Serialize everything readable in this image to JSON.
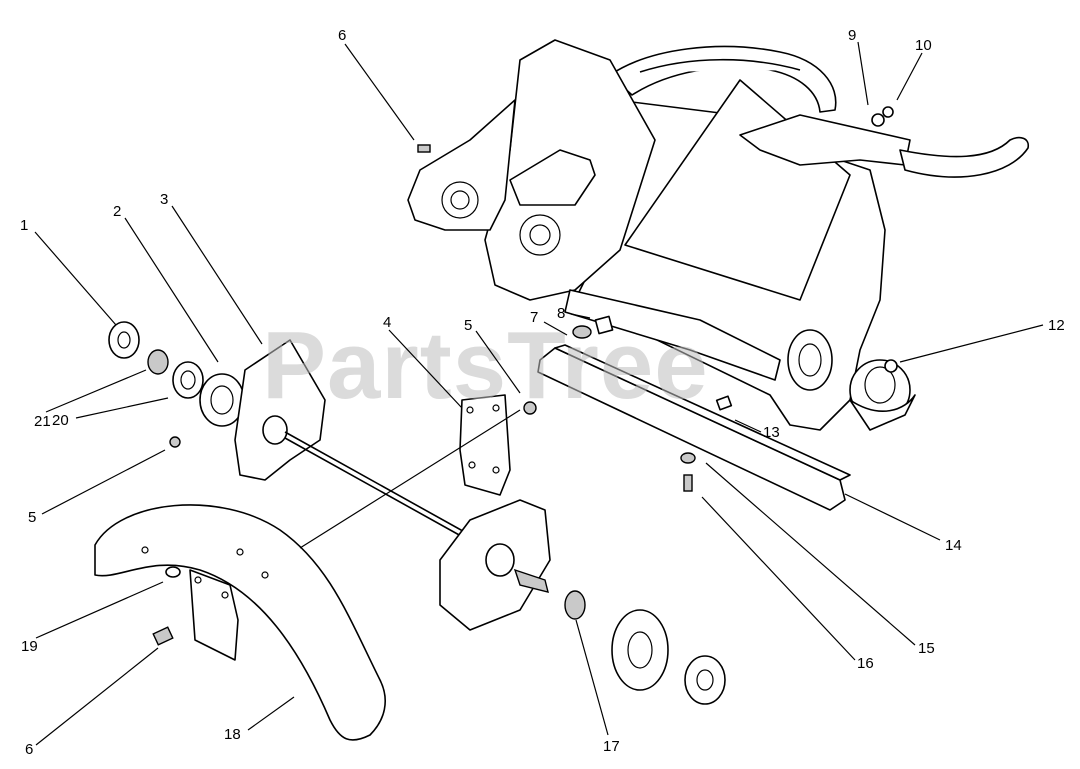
{
  "watermark": "PartsTree",
  "callouts": [
    {
      "id": "c1",
      "label": "1"
    },
    {
      "id": "c2",
      "label": "2"
    },
    {
      "id": "c3",
      "label": "3"
    },
    {
      "id": "c4",
      "label": "4"
    },
    {
      "id": "c5a",
      "label": "5"
    },
    {
      "id": "c5b",
      "label": "5"
    },
    {
      "id": "c6a",
      "label": "6"
    },
    {
      "id": "c6b",
      "label": "6"
    },
    {
      "id": "c7",
      "label": "7"
    },
    {
      "id": "c8",
      "label": "8"
    },
    {
      "id": "c9",
      "label": "9"
    },
    {
      "id": "c10",
      "label": "10"
    },
    {
      "id": "c12",
      "label": "12"
    },
    {
      "id": "c13",
      "label": "13"
    },
    {
      "id": "c14",
      "label": "14"
    },
    {
      "id": "c15",
      "label": "15"
    },
    {
      "id": "c16",
      "label": "16"
    },
    {
      "id": "c17",
      "label": "17"
    },
    {
      "id": "c18",
      "label": "18"
    },
    {
      "id": "c19",
      "label": "19"
    },
    {
      "id": "c20",
      "label": "20"
    },
    {
      "id": "c21",
      "label": "21"
    }
  ]
}
